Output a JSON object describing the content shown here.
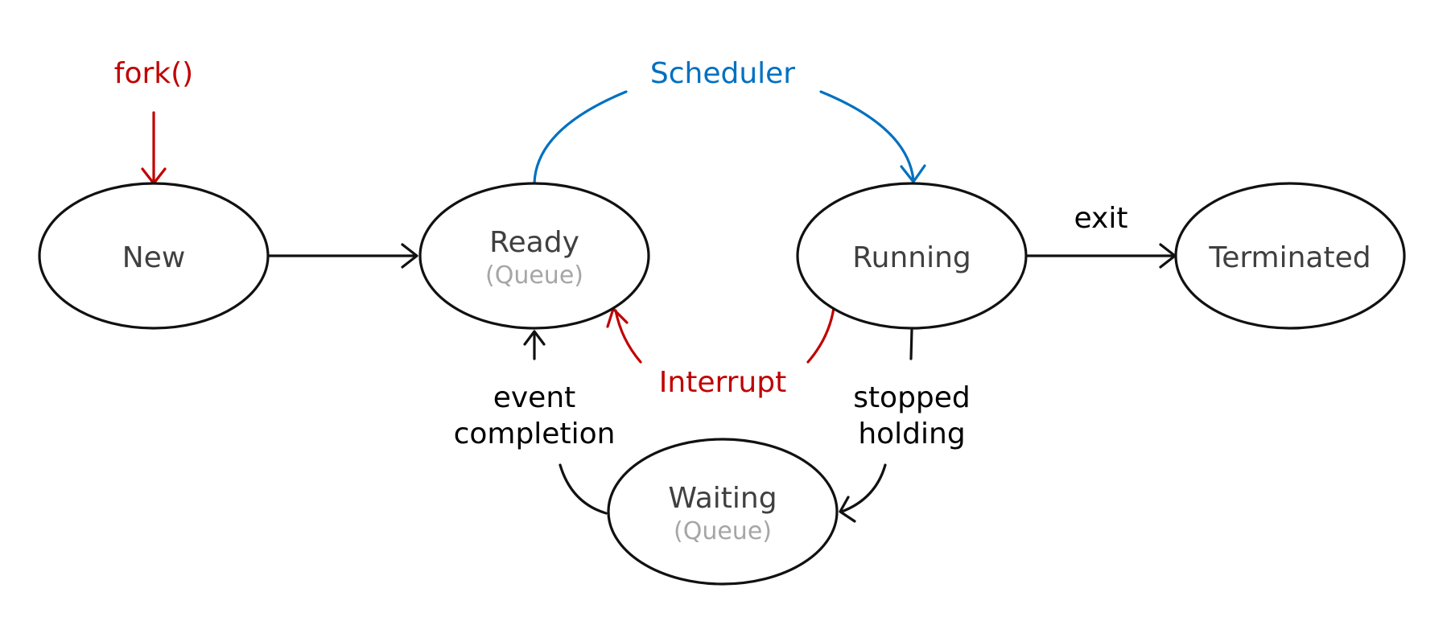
{
  "colors": {
    "stroke": "#111111",
    "state_text": "#404040",
    "queue_text": "#a6a6a6",
    "fork": "#c00000",
    "scheduler": "#0070c0",
    "interrupt": "#c00000",
    "edge_label": "#000000"
  },
  "states": {
    "new": {
      "label": "New"
    },
    "ready": {
      "label": "Ready",
      "sub": "(Queue)"
    },
    "running": {
      "label": "Running"
    },
    "terminated": {
      "label": "Terminated"
    },
    "waiting": {
      "label": "Waiting",
      "sub": "(Queue)"
    }
  },
  "edges": {
    "fork": {
      "label": "fork()"
    },
    "scheduler": {
      "label": "Scheduler"
    },
    "exit": {
      "label": "exit"
    },
    "interrupt": {
      "label": "Interrupt"
    },
    "event_completion": {
      "line1": "event",
      "line2": "completion"
    },
    "stopped_holding": {
      "line1": "stopped",
      "line2": "holding"
    }
  }
}
